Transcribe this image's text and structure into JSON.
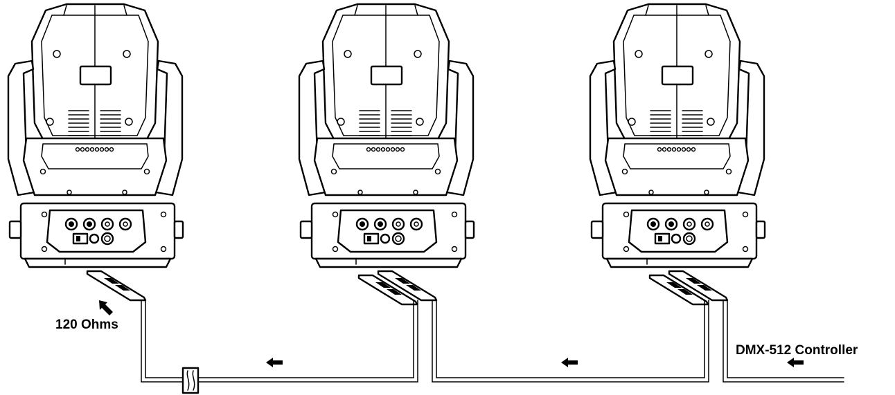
{
  "labels": {
    "terminator": "120 Ohms",
    "controller": "DMX-512 Controller"
  },
  "fixtures": [
    {
      "id": "fixture-1",
      "offset": 0
    },
    {
      "id": "fixture-2",
      "offset": 420
    },
    {
      "id": "fixture-3",
      "offset": 840
    }
  ],
  "signal_direction": "right-to-left",
  "colors": {
    "line": "#000000",
    "background": "#ffffff"
  }
}
